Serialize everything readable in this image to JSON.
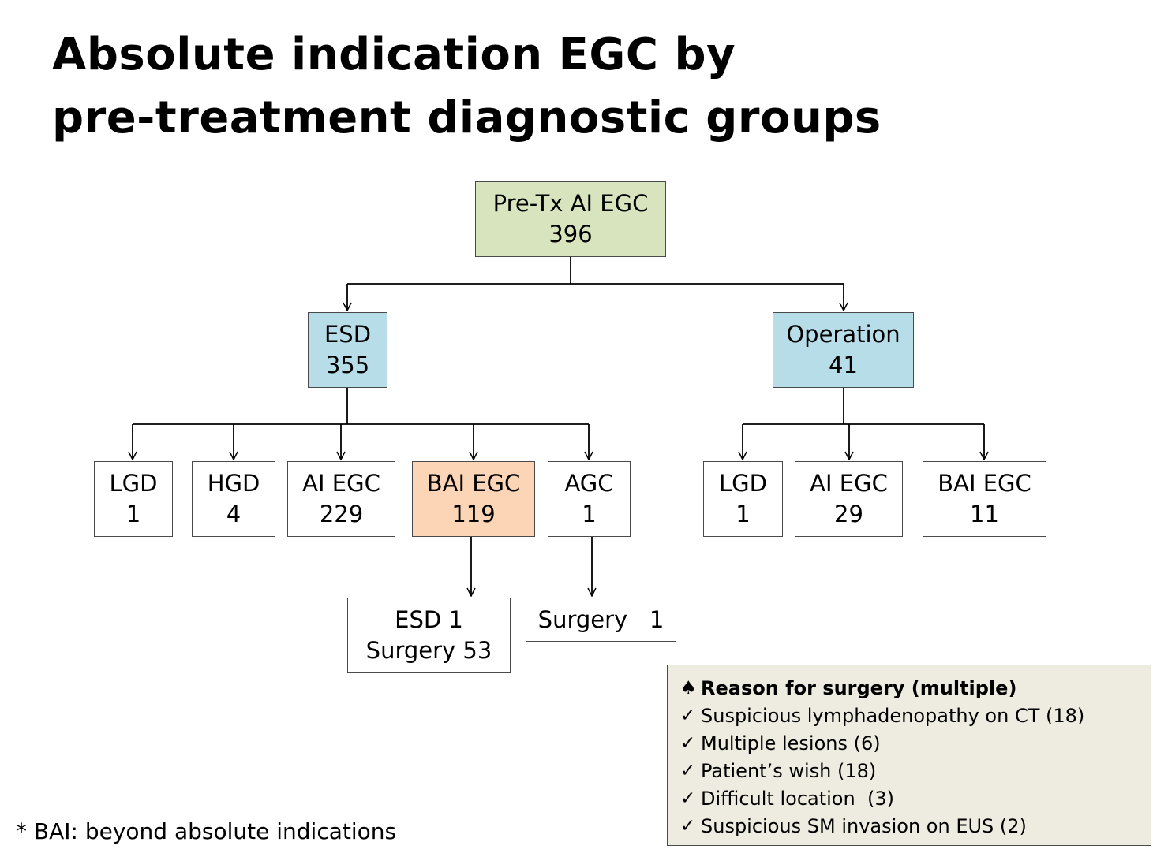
{
  "title": {
    "line1": "Absolute indication EGC by",
    "line2": "pre-treatment diagnostic groups"
  },
  "root": {
    "label": "Pre-Tx AI EGC",
    "value": "396"
  },
  "esd": {
    "label": "ESD",
    "value": "355"
  },
  "operation": {
    "label": "Operation",
    "value": "41"
  },
  "esd_children": [
    {
      "label": "LGD",
      "value": "1"
    },
    {
      "label": "HGD",
      "value": "4"
    },
    {
      "label": "AI EGC",
      "value": "229"
    },
    {
      "label": "BAI EGC",
      "value": "119"
    },
    {
      "label": "AGC",
      "value": "1"
    }
  ],
  "operation_children": [
    {
      "label": "LGD",
      "value": "1"
    },
    {
      "label": "AI EGC",
      "value": "29"
    },
    {
      "label": "BAI EGC",
      "value": "11"
    }
  ],
  "bai_outcome": {
    "line1": "ESD 1",
    "line2": "Surgery 53"
  },
  "agc_outcome": {
    "line1": "Surgery   1"
  },
  "reasons": {
    "heading_icon": "spade-icon",
    "heading": "Reason for surgery (multiple)",
    "check_icon": "check-icon",
    "items": [
      "Suspicious lymphadenopathy on CT (18)",
      "Multiple lesions (6)",
      "Patient’s wish (18)",
      "Difficult location  (3)",
      "Suspicious SM invasion on EUS (2)"
    ]
  },
  "footnote": "* BAI: beyond absolute indications",
  "colors": {
    "root": "#d7e4bd",
    "level1": "#b7dde8",
    "highlight": "#fbd5b5",
    "reason_box": "#eeece1"
  }
}
